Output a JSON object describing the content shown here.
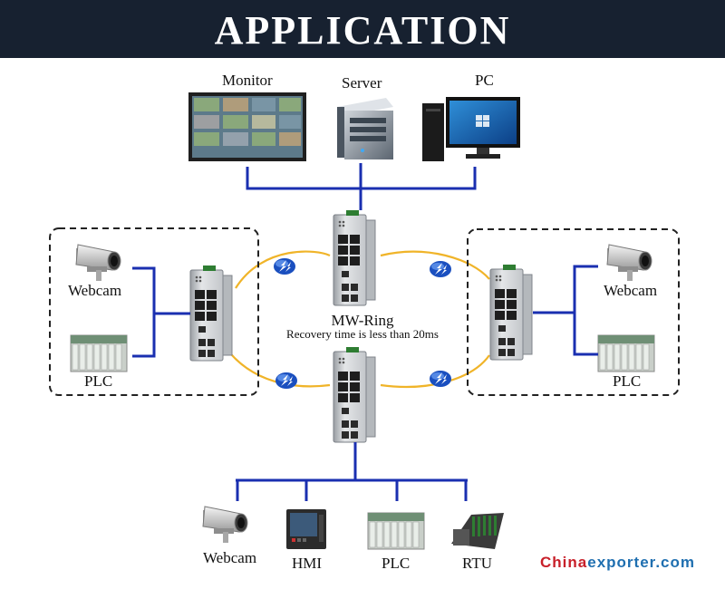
{
  "header": {
    "title": "APPLICATION"
  },
  "top_devices": {
    "monitor": "Monitor",
    "server": "Server",
    "pc": "PC"
  },
  "ring": {
    "name": "MW-Ring",
    "recovery": "Recovery time is less than 20ms"
  },
  "left_group": {
    "webcam": "Webcam",
    "plc": "PLC"
  },
  "right_group": {
    "webcam": "Webcam",
    "plc": "PLC"
  },
  "bottom_devices": {
    "webcam": "Webcam",
    "hmi": "HMI",
    "plc": "PLC",
    "rtu": "RTU"
  },
  "watermark": {
    "part1": "China",
    "part2": "exporter.com"
  },
  "colors": {
    "banner": "#172130",
    "link_line": "#1a2fb0",
    "ring": "#f0b429",
    "dash": "#222222",
    "watermark_red": "#c8202a",
    "watermark_blue": "#1f6fb0"
  }
}
